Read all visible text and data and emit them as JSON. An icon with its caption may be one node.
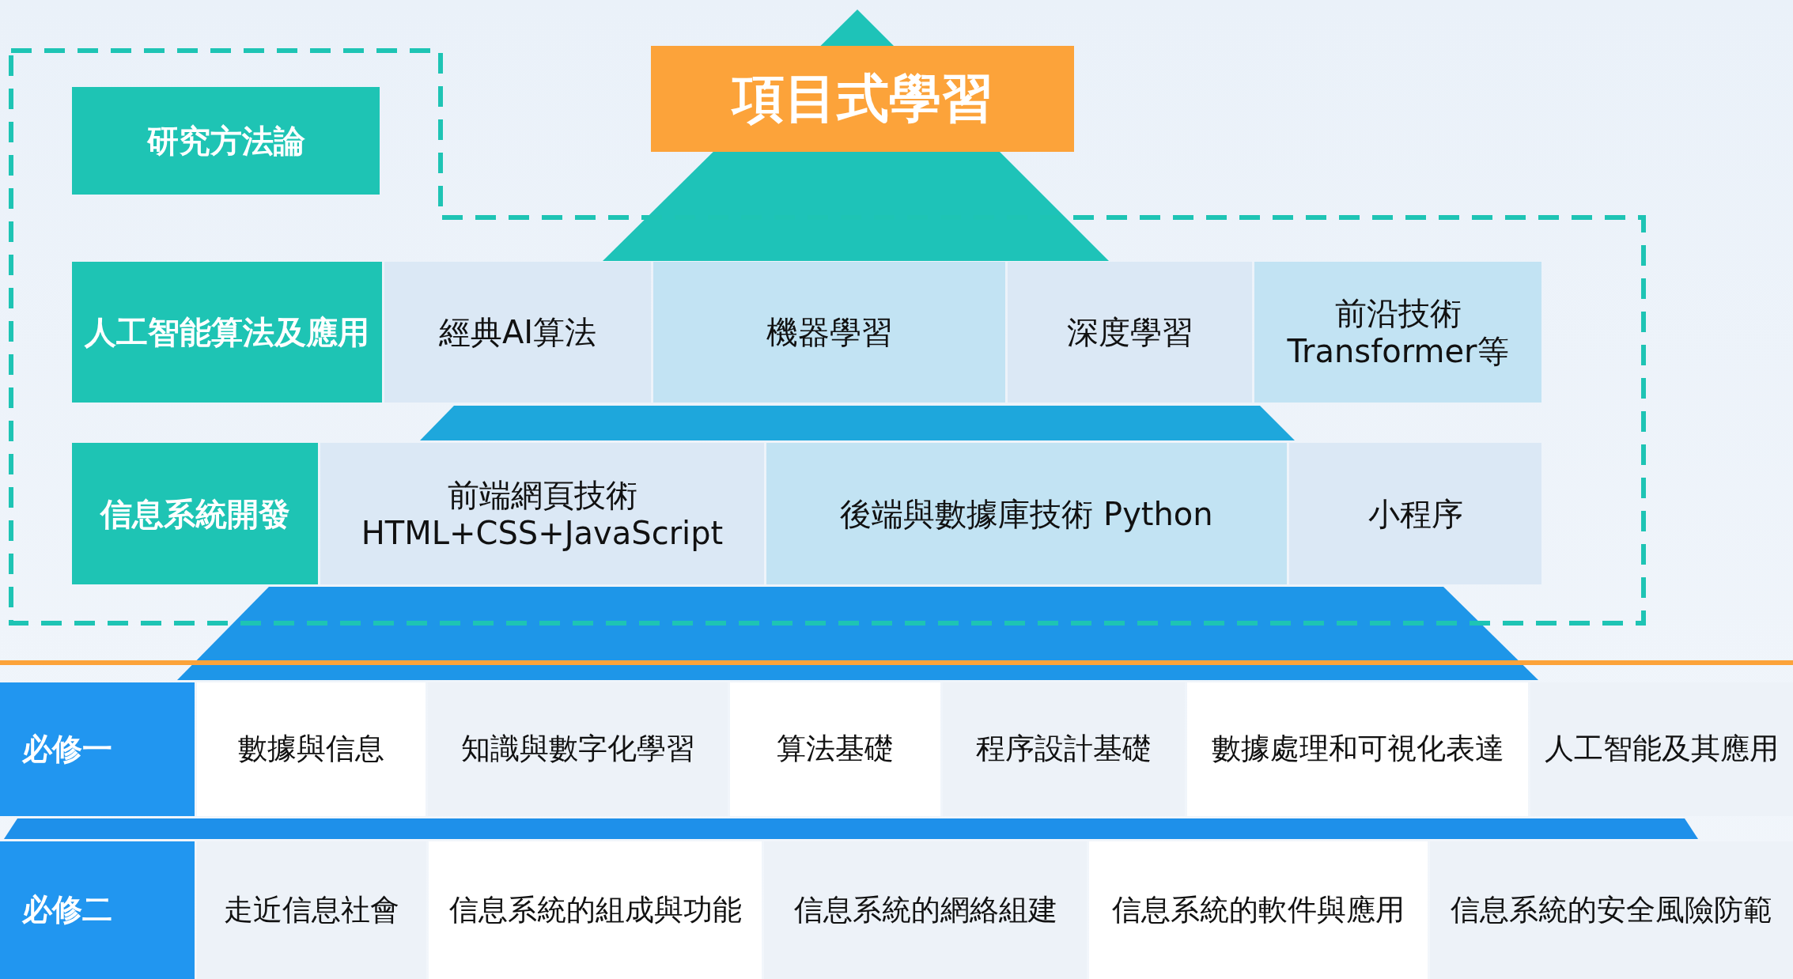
{
  "diagram": {
    "nodes": [
      {
        "text": [
          "項目式學習"
        ]
      },
      {
        "text": [
          "研究方法論"
        ]
      },
      {
        "text": [
          "人工智能算法及應用"
        ]
      },
      {
        "text": [
          "經典AI算法"
        ]
      },
      {
        "text": [
          "機器學習"
        ]
      },
      {
        "text": [
          "深度學習"
        ]
      },
      {
        "text": [
          "前沿技術 Transformer等"
        ]
      },
      {
        "text": [
          "信息系統開發"
        ]
      },
      {
        "text": [
          "前端網頁技術 HTML+CSS+JavaScript"
        ]
      },
      {
        "text": [
          "後端與數據庫技術 Python"
        ]
      },
      {
        "text": [
          "小程序"
        ]
      },
      {
        "text": [
          "必修一"
        ]
      },
      {
        "text": [
          "數據與信息"
        ]
      },
      {
        "text": [
          "知識與數字化學習"
        ]
      },
      {
        "text": [
          "算法基礎"
        ]
      },
      {
        "text": [
          "程序設計基礎"
        ]
      },
      {
        "text": [
          "數據處理和可視化表達"
        ]
      },
      {
        "text": [
          "人工智能及其應用"
        ]
      },
      {
        "text": [
          "必修二"
        ]
      },
      {
        "text": [
          "走近信息社會"
        ]
      },
      {
        "text": [
          "信息系統的組成與功能"
        ]
      },
      {
        "text": [
          "信息系統的網絡組建"
        ]
      },
      {
        "text": [
          "信息系統的軟件與應用"
        ]
      },
      {
        "text": [
          "信息系統的安全風險防範"
        ]
      }
    ]
  }
}
